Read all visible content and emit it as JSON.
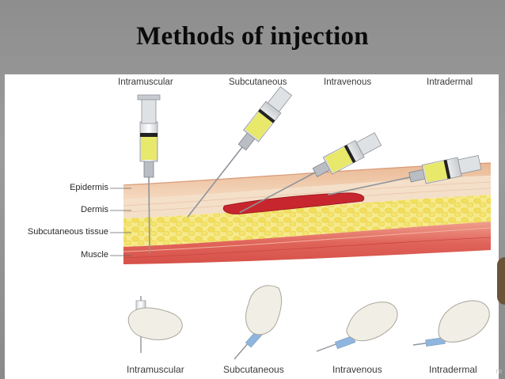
{
  "slide": {
    "title": "Methods of injection",
    "watermark": "m"
  },
  "figure": {
    "top_labels": [
      "Intramuscular",
      "Subcutaneous",
      "Intravenous",
      "Intradermal"
    ],
    "layer_labels": [
      "Epidermis",
      "Dermis",
      "Subcutaneous tissue",
      "Muscle"
    ],
    "bottom_labels": [
      "Intramuscular",
      "Subcutaneous",
      "Intravenous",
      "Intradermal"
    ]
  },
  "colors": {
    "slide_background": "#939393",
    "epidermis": "#efc9a6",
    "dermis": "#f3dcc4",
    "fat": "#f2e06a",
    "muscle": "#e0645a",
    "vein": "#c8262e",
    "syringe_fluid": "#e8e86a",
    "needle": "#9a9fa6",
    "glove": "#f1eee6"
  }
}
